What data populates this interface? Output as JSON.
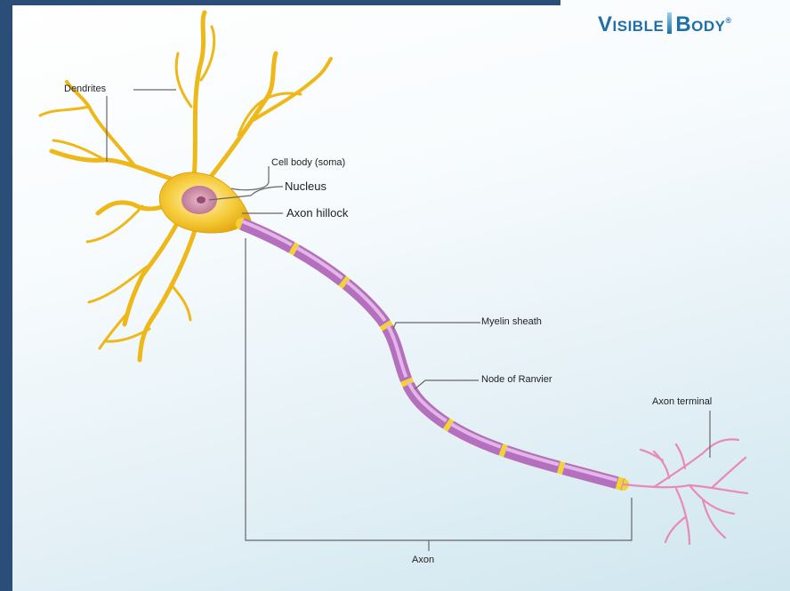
{
  "logo": {
    "v": "V",
    "isible": "ISIBLE",
    "b": "B",
    "ody": "ODY",
    "mark": "®"
  },
  "labels": {
    "dendrites": "Dendrites",
    "cell_body": "Cell body (soma)",
    "nucleus": "Nucleus",
    "axon_hillock": "Axon hillock",
    "myelin_sheath": "Myelin sheath",
    "node_of_ranvier": "Node of Ranvier",
    "axon_terminal": "Axon terminal",
    "axon": "Axon"
  },
  "colors": {
    "frame": "#2b4e78",
    "neuron_yellow": "#f2c21a",
    "myelin": "#c98bd0",
    "node": "#f3d233",
    "terminal": "#e88ab6"
  }
}
